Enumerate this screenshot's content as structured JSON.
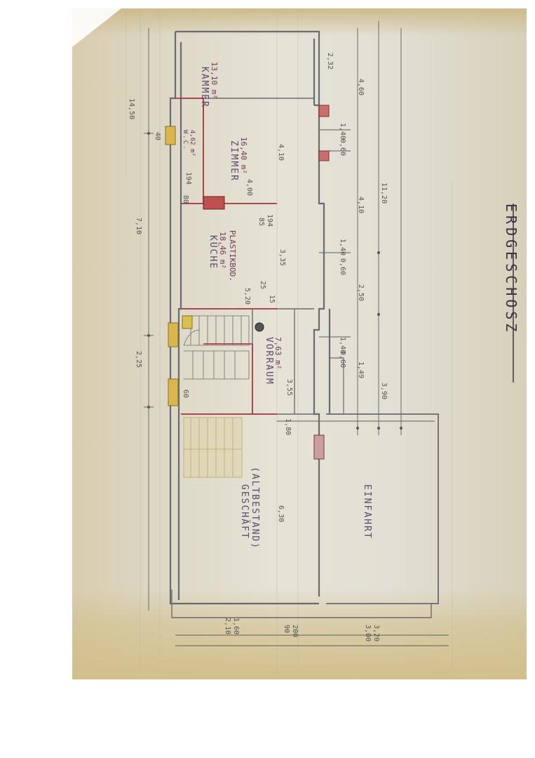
{
  "rooms": {
    "kammer": {
      "name": "KAMMER",
      "area": "13,10 m²"
    },
    "wc": {
      "name": "W.C.",
      "area": "4,62 m²"
    },
    "zimmer": {
      "name": "ZIMMER",
      "area": "16,40 m²"
    },
    "kueche": {
      "name": "KÜCHE",
      "area": "18,46 m²",
      "note": "PLASTIKBOD."
    },
    "vorraum": {
      "name": "VORRAUM",
      "area": "7,63 m²"
    },
    "geschaeft": {
      "name": "GESCHÄFT",
      "note": "(ALTBESTAND)"
    },
    "einfahrt": {
      "name": "EINFAHRT"
    }
  },
  "floor_title": "ERDGESCHOSZ",
  "dimensions": {
    "top_total": "14,50",
    "d_710": "7,10",
    "d_225": "2,25",
    "d_520": "5,20",
    "d_410": "4,10",
    "d_400": "4,00",
    "d_335": "3,35",
    "d_630": "6,30",
    "d_1120": "11,20",
    "d_460": "4,60",
    "d_232": "2,32",
    "d_250": "2,50",
    "d_390": "3,90",
    "d_149": "1,49",
    "d_355": "3,55",
    "d_410b": "4,10",
    "d_40": "40",
    "d_80": "80",
    "d_60": "60",
    "d_194a": "194",
    "d_194b": "194",
    "d_85": "85",
    "d_15": "15",
    "d_25": "25",
    "d_180": "1,80",
    "d_210": "2,10",
    "d_160": "1,60",
    "d_90": "90",
    "d_200": "200",
    "d_300": "3,00",
    "d_320": "3,20",
    "w_140a": "1,40",
    "w_060a": "0,60",
    "w_140b": "1,40",
    "w_060b": "0,60",
    "w_140c": "1,40",
    "w_060c": "0,60"
  }
}
